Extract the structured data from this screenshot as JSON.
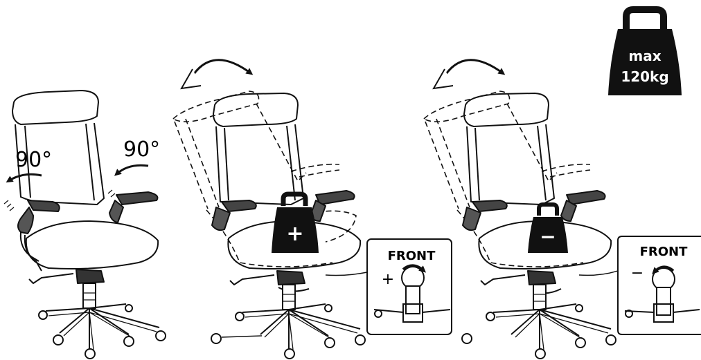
{
  "panel_left": {
    "angle_left": "90°",
    "angle_right": "90°"
  },
  "panel_middle": {
    "weight_sign": "+",
    "inset": {
      "title": "FRONT",
      "sign": "+"
    }
  },
  "panel_right": {
    "weight_sign": "−",
    "inset": {
      "title": "FRONT",
      "sign": "−"
    }
  },
  "capacity": {
    "line1": "max",
    "line2": "120kg"
  }
}
